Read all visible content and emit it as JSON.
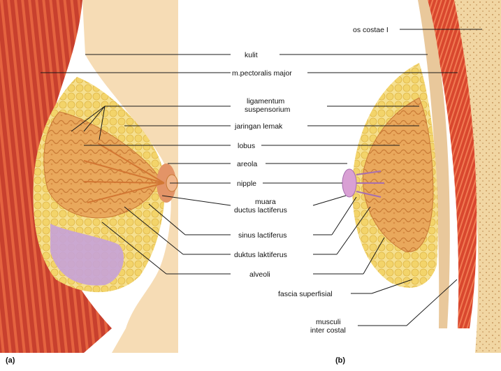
{
  "panels": {
    "a": "(a)",
    "b": "(b)"
  },
  "labels": {
    "os_costae": "os costae I",
    "kulit": "kulit",
    "pectoralis": "m.pectoralis major",
    "ligamentum_1": "ligamentum",
    "ligamentum_2": "suspensorium",
    "jaringan_lemak": "jaringan lemak",
    "lobus": "lobus",
    "areola": "areola",
    "nipple": "nipple",
    "muara_1": "muara",
    "muara_2": "ductus lactiferus",
    "sinus": "sinus lactiferus",
    "duktus": "duktus laktiferus",
    "alveoli": "alveoli",
    "fascia": "fascia superfisial",
    "musculi_1": "musculi",
    "musculi_2": "inter costal"
  },
  "colors": {
    "muscle": "#c8402e",
    "muscle_light": "#e4633f",
    "skin": "#f6dcb5",
    "fat": "#f3d46a",
    "gland": "#e9a85c",
    "gland_dark": "#c97a36",
    "lilac": "#c7a2d8",
    "bone": "#f1d6a3"
  }
}
